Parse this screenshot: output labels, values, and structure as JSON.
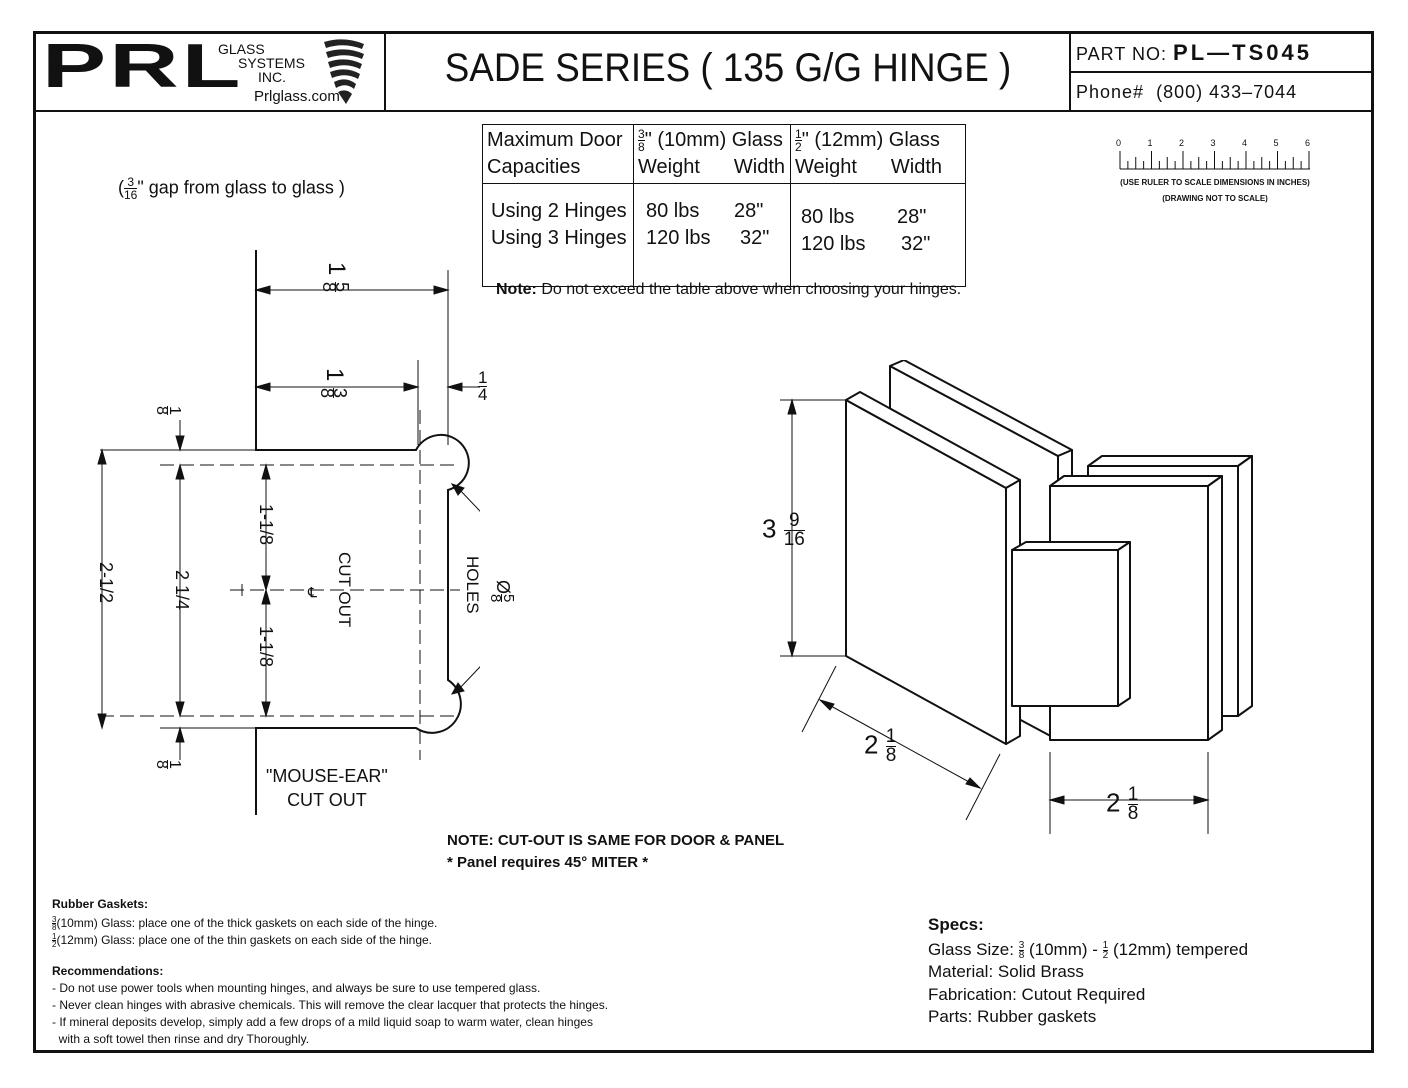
{
  "header": {
    "logo_word": "PRL",
    "logo_line1": "GLASS",
    "logo_line2": "SYSTEMS",
    "logo_line3": "INC.",
    "logo_url": "Prlglass.com",
    "title": "SADE SERIES ( 135 G/G HINGE )",
    "part_label": "PART NO:",
    "part_value": "PL—TS045",
    "phone_label": "Phone#",
    "phone_value": "(800) 433–7044"
  },
  "capacity_table": {
    "col1_header_line1": "Maximum Door",
    "col1_header_line2": "Capacities",
    "col2_frac_num": "3",
    "col2_frac_den": "8",
    "col2_header": "\" (10mm) Glass",
    "col3_frac_num": "1",
    "col3_frac_den": "2",
    "col3_header": "\" (12mm) Glass",
    "sub_weight": "Weight",
    "sub_width": "Width",
    "rows": [
      {
        "label": "Using 2 Hinges",
        "w10": "80 lbs",
        "d10": "28\"",
        "w12": "80 lbs",
        "d12": "28\""
      },
      {
        "label": "Using 3 Hinges",
        "w10": "120 lbs",
        "d10": "32\"",
        "w12": "120 lbs",
        "d12": "32\""
      }
    ],
    "note_label": "Note:",
    "note_text": " Do not exceed the table above when choosing your hinges."
  },
  "ruler": {
    "ticks": [
      "0",
      "1",
      "2",
      "3",
      "4",
      "5",
      "6"
    ],
    "caption1": "(USE RULER TO SCALE DIMENSIONS IN INCHES)",
    "caption2": "(DRAWING NOT TO SCALE)"
  },
  "gap_note": {
    "open": "(",
    "num": "3",
    "den": "16",
    "text": "\" gap from glass to glass )"
  },
  "cutout_drawing": {
    "dim_top_whole": "1",
    "dim_top_num": "5",
    "dim_top_den": "8",
    "dim_mid_whole": "1",
    "dim_mid_num": "3",
    "dim_mid_den": "8",
    "dim_quarter_num": "1",
    "dim_quarter_den": "4",
    "dim_eighth_num": "1",
    "dim_eighth_den": "8",
    "dim_outer": "2-1/2",
    "dim_inner": "2 1/4",
    "dim_half_a": "1-1/8",
    "dim_half_b": "1-1/8",
    "cut_out_label": "CUT OUT",
    "cl_label": "℄",
    "holes_label": "HOLES",
    "hole_dia": "Ø",
    "hole_num": "5",
    "hole_den": "8",
    "mouse_ear_line1": "\"MOUSE-EAR\"",
    "mouse_ear_line2": "CUT OUT"
  },
  "cut_note": {
    "line1": "NOTE: CUT-OUT IS SAME FOR DOOR & PANEL",
    "line2": "* Panel requires 45° MITER *"
  },
  "iso_drawing": {
    "height_whole": "3",
    "height_num": "9",
    "height_den": "16",
    "depth_whole": "2",
    "depth_num": "1",
    "depth_den": "8",
    "width_whole": "2",
    "width_num": "1",
    "width_den": "8"
  },
  "gaskets": {
    "title": "Rubber Gaskets:",
    "line1_num": "3",
    "line1_den": "8",
    "line1": "(10mm) Glass: place one of the thick gaskets on each side of the hinge.",
    "line2_num": "1",
    "line2_den": "2",
    "line2": "(12mm) Glass: place one of the thin gaskets on each side of the hinge."
  },
  "recommendations": {
    "title": "Recommendations:",
    "lines": [
      "- Do not use power tools when mounting hinges, and always be sure to use tempered glass.",
      "- Never clean hinges with abrasive chemicals.  This will remove the clear lacquer that protects the hinges.",
      "- If mineral deposits develop, simply add a few drops of a mild liquid soap to warm water, clean hinges",
      "  with a soft towel then rinse and dry Thoroughly."
    ]
  },
  "specs": {
    "title": "Specs:",
    "glass_a": "Glass Size: ",
    "glass_num1": "3",
    "glass_den1": "8",
    "glass_b": " (10mm) - ",
    "glass_num2": "1",
    "glass_den2": "2",
    "glass_c": " (12mm) tempered",
    "material": "Material: Solid Brass",
    "fabrication": "Fabrication: Cutout Required",
    "parts": "Parts: Rubber gaskets"
  }
}
